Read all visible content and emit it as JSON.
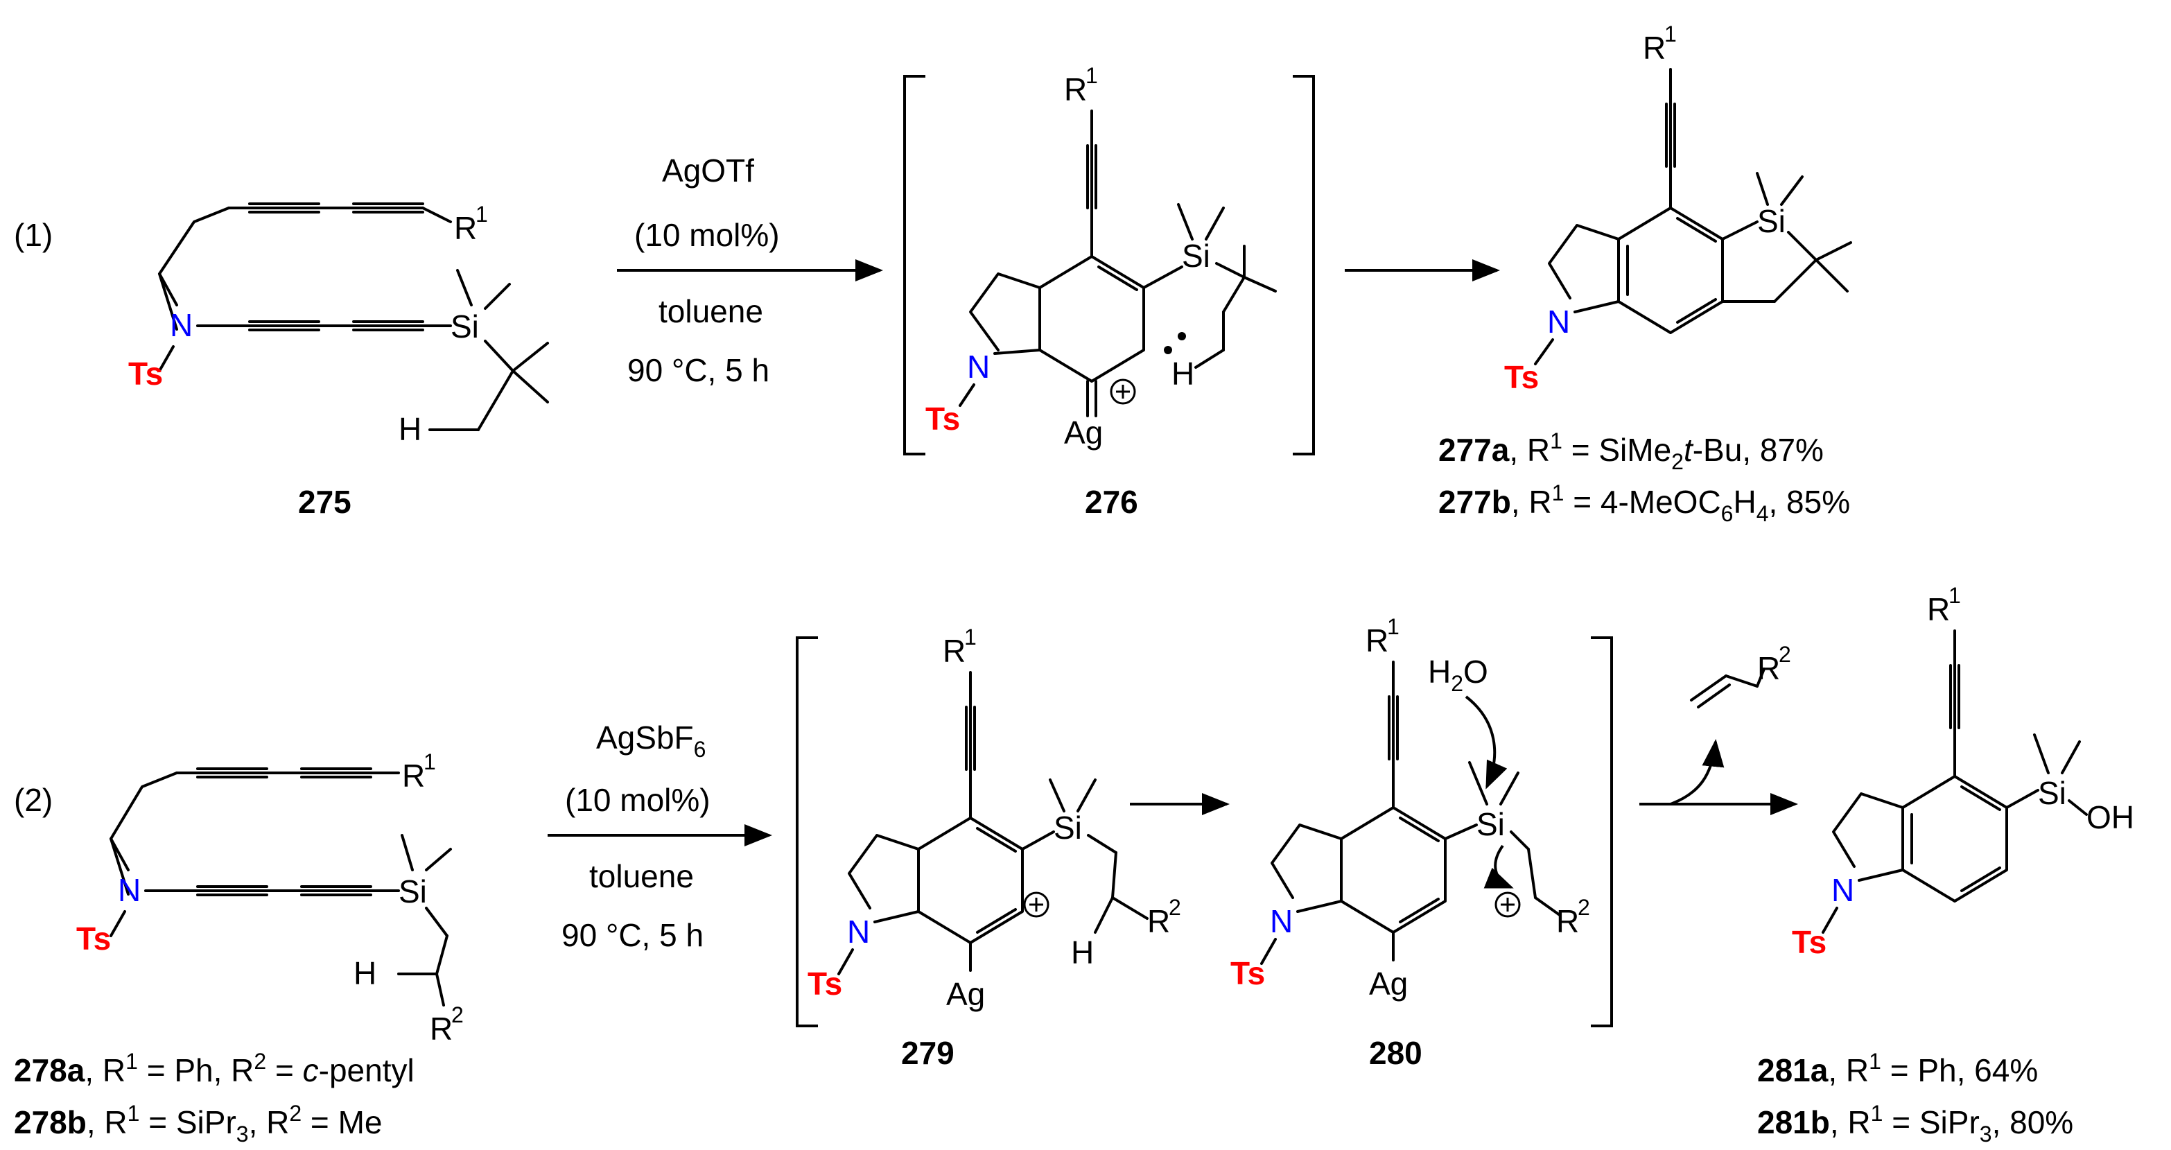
{
  "labels": {
    "step1": "(1)",
    "step2": "(2)",
    "R": "R",
    "sup1": "1",
    "sup2": "2",
    "N": "N",
    "Ts": "Ts",
    "Si": "Si",
    "H": "H",
    "Ag": "Ag",
    "OH": "OH",
    "H2O_H": "H",
    "H2O_2": "2",
    "H2O_O": "O",
    "plus": "+"
  },
  "reaction1": {
    "reagent": "AgOTf",
    "loading": "(10 mol%)",
    "solvent": "toluene",
    "conditions": "90 °C, 5 h"
  },
  "reaction2": {
    "reagent": "AgSbF",
    "reagent_sub": "6",
    "loading": "(10 mol%)",
    "solvent": "toluene",
    "conditions": "90 °C, 5 h"
  },
  "compounds": {
    "c275": "275",
    "c276": "276",
    "c279": "279",
    "c280": "280",
    "c277a": {
      "id": "277a",
      "a": ", R",
      "b": "1",
      "c": " = SiMe",
      "d": "2",
      "e": "t",
      "f": "-Bu, 87%"
    },
    "c277b": {
      "id": "277b",
      "a": ", R",
      "b": "1",
      "c": " = 4-MeOC",
      "d": "6",
      "e": "H",
      "f": "4",
      "g": ", 85%"
    },
    "c278a": {
      "id": "278a",
      "a": ", R",
      "b": "1",
      "c": " = Ph, R",
      "d": "2",
      "e": " = ",
      "f": "c",
      "g": "-pentyl"
    },
    "c278b": {
      "id": "278b",
      "a": ", R",
      "b": "1",
      "c": " = SiPr",
      "d": "3",
      "e": ", R",
      "f": "2",
      "g": " = Me"
    },
    "c281a": {
      "id": "281a",
      "a": ", R",
      "b": "1",
      "c": " = Ph, 64%"
    },
    "c281b": {
      "id": "281b",
      "a": ", R",
      "b": "1",
      "c": " = SiPr",
      "d": "3",
      "e": ", 80%"
    }
  }
}
